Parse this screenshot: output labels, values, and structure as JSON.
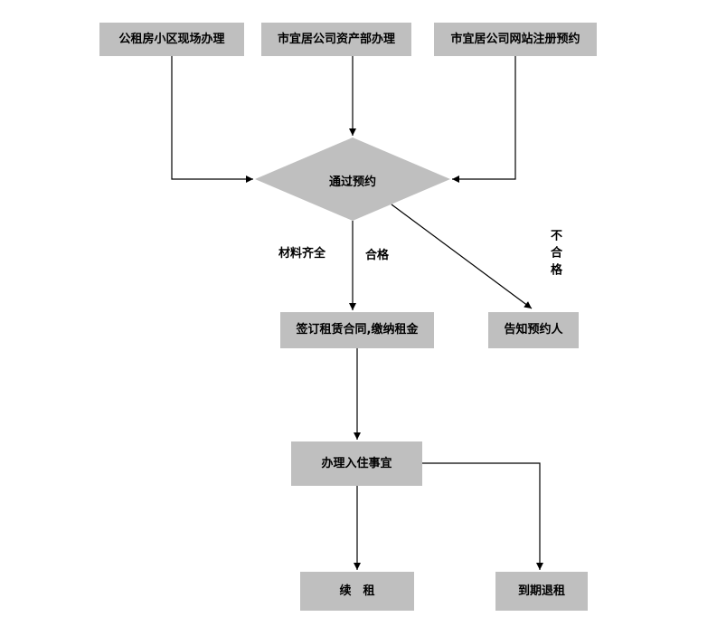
{
  "flowchart": {
    "nodes": {
      "top_left": "公租房小区现场办理",
      "top_center": "市宜居公司资产部办理",
      "top_right": "市宜居公司网站注册预约",
      "decision": "通过预约",
      "contract": "签订租赁合同,缴纳租金",
      "notify": "告知预约人",
      "checkin": "办理入住事宜",
      "renew": "续　租",
      "expire": "到期退租"
    },
    "edge_labels": {
      "materials": "材料齐全",
      "qualified": "合格",
      "unqualified": "不合格"
    },
    "colors": {
      "node_fill": "#bfbfbf",
      "text": "#000000",
      "line": "#000000",
      "background": "#ffffff"
    }
  }
}
